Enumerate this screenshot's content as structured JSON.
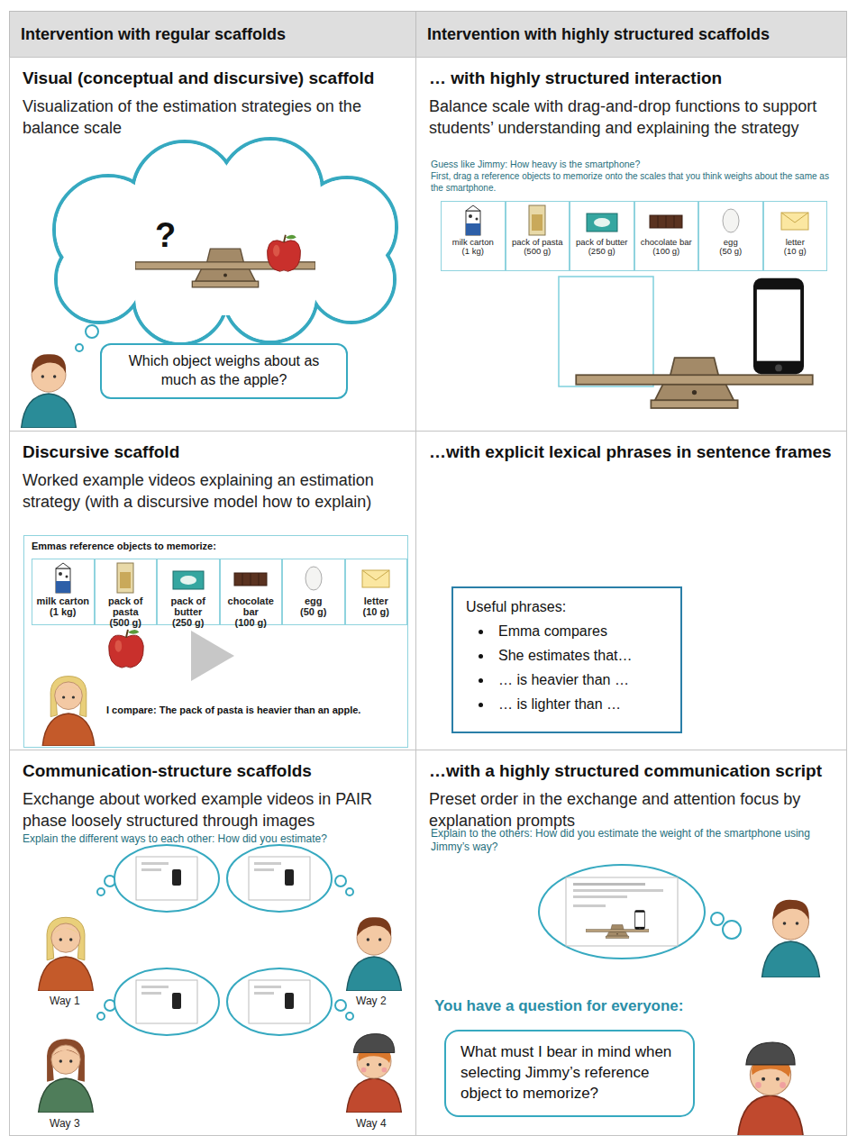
{
  "diagram": {
    "nodes": [
      {
        "text": [
          "Intervention with regular scaffolds"
        ]
      },
      {
        "text": [
          "Intervention with highly structured scaffolds"
        ]
      },
      {
        "text": [
          "Visual (conceptual and discursive) scaffold",
          "Visualization of the estimation strategies on the balance scale"
        ]
      },
      {
        "text": [
          "Which object weighs about as much as the apple?"
        ],
        "in": 2
      },
      {
        "text": [
          "… with highly structured interaction",
          "Balance scale with drag-and-drop functions to support students’ understanding and explaining the strategy"
        ]
      },
      {
        "text": [
          "milk carton",
          "(1 kg)"
        ],
        "in": 4
      },
      {
        "text": [
          "pack of pasta",
          "(500 g)"
        ],
        "in": 4
      },
      {
        "text": [
          "pack of butter",
          "(250 g)"
        ],
        "in": 4
      },
      {
        "text": [
          "chocolate bar",
          "(100 g)"
        ],
        "in": 4
      },
      {
        "text": [
          "egg",
          "(50 g)"
        ],
        "in": 4
      },
      {
        "text": [
          "letter",
          "(10 g)"
        ],
        "in": 4
      },
      {
        "text": [
          "Discursive scaffold",
          "Worked example videos explaining an estimation strategy (with a discursive model how to explain)"
        ]
      },
      {
        "text": [
          "Emmas reference objects to memorize:"
        ],
        "in": 11
      },
      {
        "text": [
          "milk carton",
          "(1 kg)"
        ],
        "in": 12
      },
      {
        "text": [
          "pack of pasta",
          "(500 g)"
        ],
        "in": 12
      },
      {
        "text": [
          "pack of butter",
          "(250 g)"
        ],
        "in": 12
      },
      {
        "text": [
          "chocolate bar",
          "(100 g)"
        ],
        "in": 12
      },
      {
        "text": [
          "egg",
          "(50 g)"
        ],
        "in": 12
      },
      {
        "text": [
          "letter",
          "(10 g)"
        ],
        "in": 12
      },
      {
        "text": [
          "…with explicit lexical phrases in sentence frames"
        ]
      },
      {
        "text": [
          "Useful phrases:",
          "Emma compares",
          "She estimates that…",
          "… is heavier than …",
          "… is lighter than …"
        ],
        "in": 19
      },
      {
        "text": [
          "Communication-structure scaffolds",
          "Exchange about worked example videos in PAIR phase loosely structured through images"
        ]
      },
      {
        "text": [
          "…with a highly structured communication script",
          "Preset order in the exchange and attention focus by explanation prompts"
        ]
      },
      {
        "text": [
          "What must I bear in mind when selecting Jimmy’s reference object to memorize?"
        ],
        "in": 22
      }
    ],
    "labels": [
      "?",
      "Guess like Jimmy: How heavy is the smartphone?",
      "First, drag a reference objects to memorize onto the scales that you think weighs about the same as the smartphone.",
      "I compare: The pack of pasta is heavier than an apple.",
      "Explain the different ways to each other: How did you estimate?",
      "Way 1",
      "Way 2",
      "Way 3",
      "Way 4",
      "Explain to the others: How did you estimate the weight of the smartphone using Jimmy’s way?",
      "You have a question for everyone:"
    ]
  }
}
